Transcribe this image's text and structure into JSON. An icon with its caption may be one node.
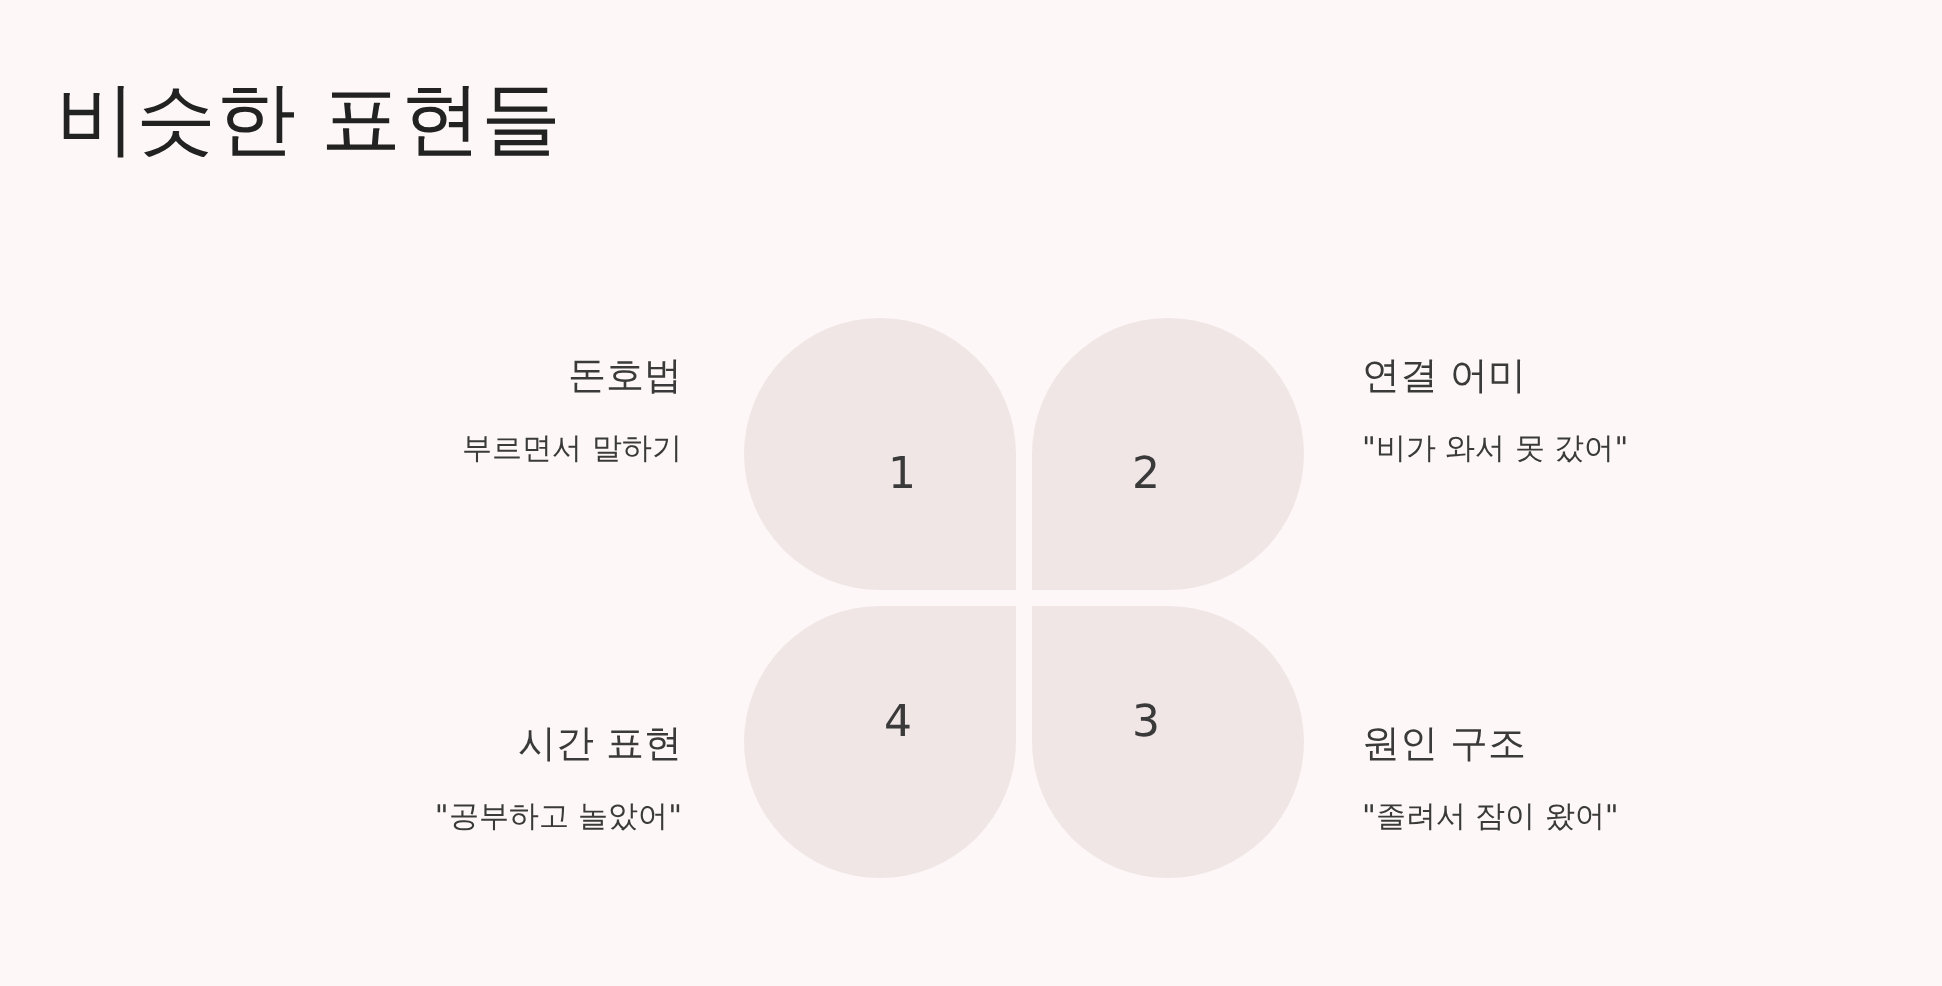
{
  "diagram": {
    "title": "비슷한 표현들",
    "nodes": [
      {
        "text": [
          "1"
        ],
        "beside": [
          "돈호법",
          "부르면서 말하기"
        ]
      },
      {
        "text": [
          "2"
        ],
        "beside": [
          "연결 어미",
          "\"비가 와서 못 갔어\""
        ]
      },
      {
        "text": [
          "4"
        ],
        "beside": [
          "시간 표현",
          "\"공부하고 놀았어\""
        ]
      },
      {
        "text": [
          "3"
        ],
        "beside": [
          "원인 구조",
          "\"졸려서 잠이 왔어\""
        ]
      }
    ],
    "edges": []
  }
}
